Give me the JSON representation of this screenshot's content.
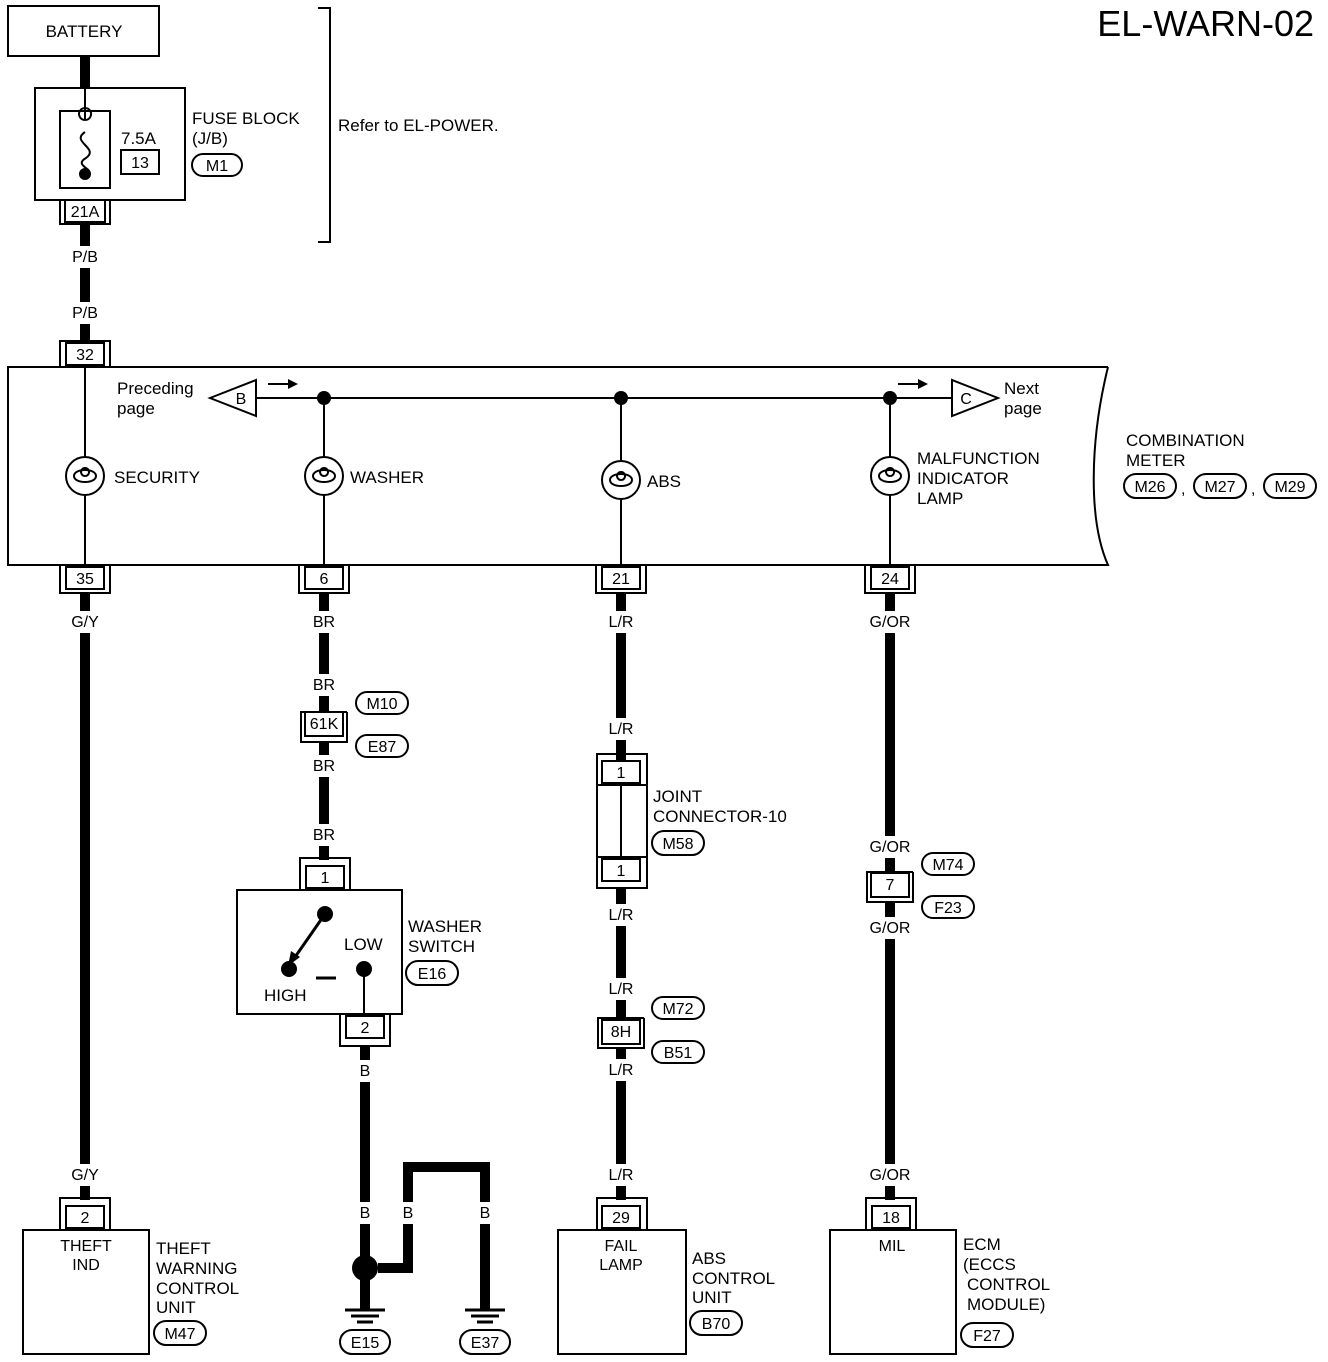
{
  "title": "EL-WARN-02",
  "battery": "BATTERY",
  "fuse_block": {
    "rating": "7.5A",
    "fuse_no": "13",
    "label_line1": "FUSE BLOCK",
    "label_line2": "(J/B)",
    "connector": "M1",
    "terminal": "21A",
    "note": "Refer to EL-POWER."
  },
  "wires": {
    "pb": "P/B",
    "gy": "G/Y",
    "br": "BR",
    "lr": "L/R",
    "gor": "G/OR",
    "b": "B"
  },
  "combination_meter": {
    "label_line1": "COMBINATION",
    "label_line2": "METER",
    "connectors": [
      "M26",
      "M27",
      "M29"
    ],
    "sep": ",",
    "input_terminal": "32",
    "preceding_line1": "Preceding",
    "preceding_line2": "page",
    "preceding_ref": "B",
    "next_line1": "Next",
    "next_line2": "page",
    "next_ref": "C",
    "lamps": {
      "security": "SECURITY",
      "washer": "WASHER",
      "abs": "ABS",
      "mil_line1": "MALFUNCTION",
      "mil_line2": "INDICATOR",
      "mil_line3": "LAMP"
    },
    "terminals": {
      "security": "35",
      "washer": "6",
      "abs": "21",
      "mil": "24"
    }
  },
  "washer_branch": {
    "conn_pin": "61K",
    "conn_top": "M10",
    "conn_bottom": "E87",
    "switch_label_line1": "WASHER",
    "switch_label_line2": "SWITCH",
    "switch_connector": "E16",
    "switch_pin_in": "1",
    "switch_pin_out": "2",
    "high": "HIGH",
    "low": "LOW",
    "grounds": [
      "E15",
      "E37"
    ]
  },
  "abs_branch": {
    "joint_label_line1": "JOINT",
    "joint_label_line2": "CONNECTOR-10",
    "joint_connector": "M58",
    "joint_pin_top": "1",
    "joint_pin_bottom": "1",
    "conn_pin": "8H",
    "conn_top": "M72",
    "conn_bottom": "B51",
    "unit_pin": "29",
    "unit_text_line1": "FAIL",
    "unit_text_line2": "LAMP",
    "unit_label_line1": "ABS",
    "unit_label_line2": "CONTROL",
    "unit_label_line3": "UNIT",
    "unit_connector": "B70"
  },
  "mil_branch": {
    "conn_pin": "7",
    "conn_top": "M74",
    "conn_bottom": "F23",
    "unit_pin": "18",
    "unit_text": "MIL",
    "unit_label_line1": "ECM",
    "unit_label_line2": "(ECCS",
    "unit_label_line3": "CONTROL",
    "unit_label_line4": "MODULE)",
    "unit_connector": "F27"
  },
  "theft_branch": {
    "unit_pin": "2",
    "unit_text_line1": "THEFT",
    "unit_text_line2": "IND",
    "unit_label_line1": "THEFT",
    "unit_label_line2": "WARNING",
    "unit_label_line3": "CONTROL",
    "unit_label_line4": "UNIT",
    "unit_connector": "M47"
  }
}
